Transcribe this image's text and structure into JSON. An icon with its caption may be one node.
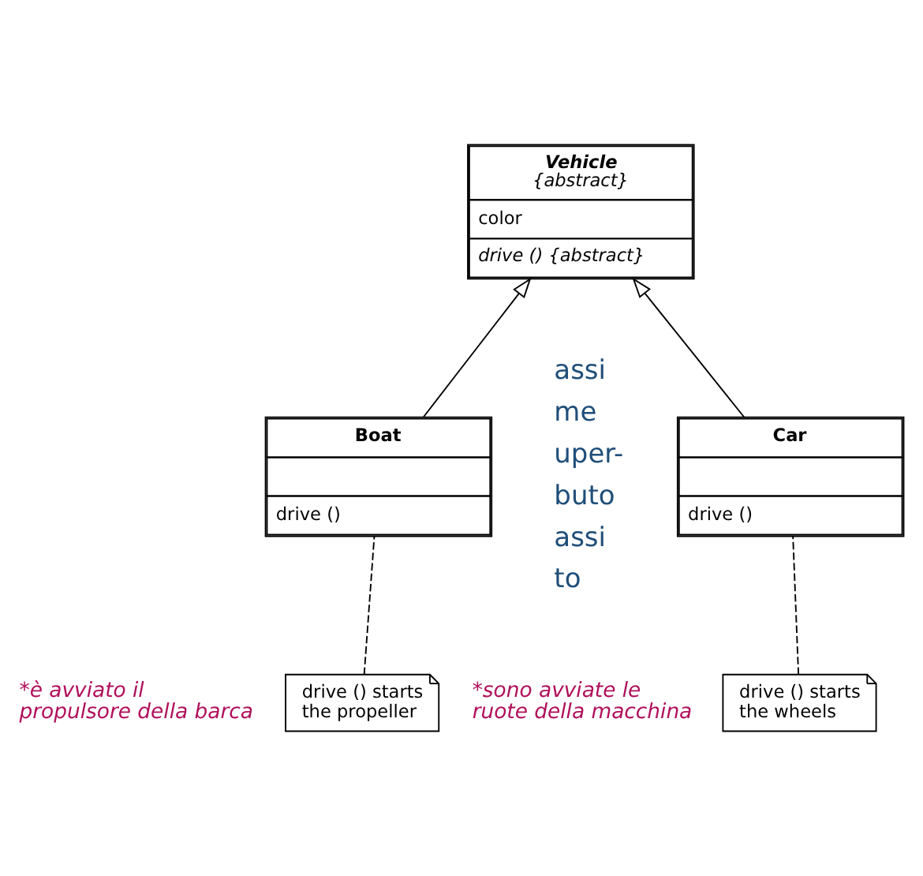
{
  "diagram": {
    "nodes": [
      {
        "text": [
          "Vehicle",
          "{abstract}",
          "color",
          "drive () {abstract}"
        ]
      },
      {
        "text": [
          "Car",
          "drive ()"
        ]
      },
      {
        "text": [
          "Boat",
          "drive ()"
        ]
      },
      {
        "text": [
          "drive () starts the wheels"
        ],
        "beside": [
          "*sono avviate le ruote della macchina"
        ]
      },
      {
        "text": [
          "drive () starts the propeller"
        ],
        "beside": [
          "*è avviato il propulsore della barca"
        ]
      }
    ],
    "edges": [
      {
        "from": 1,
        "to": 0,
        "arrow": "to"
      },
      {
        "from": 2,
        "to": 0,
        "arrow": "to"
      },
      {
        "from": 3,
        "to": 1,
        "arrow": "none",
        "style": "dashed"
      },
      {
        "from": 4,
        "to": 2,
        "arrow": "none",
        "style": "dashed"
      }
    ],
    "labels": [
      "assi",
      "me",
      "uper-",
      "buto",
      "assi",
      "to"
    ]
  }
}
